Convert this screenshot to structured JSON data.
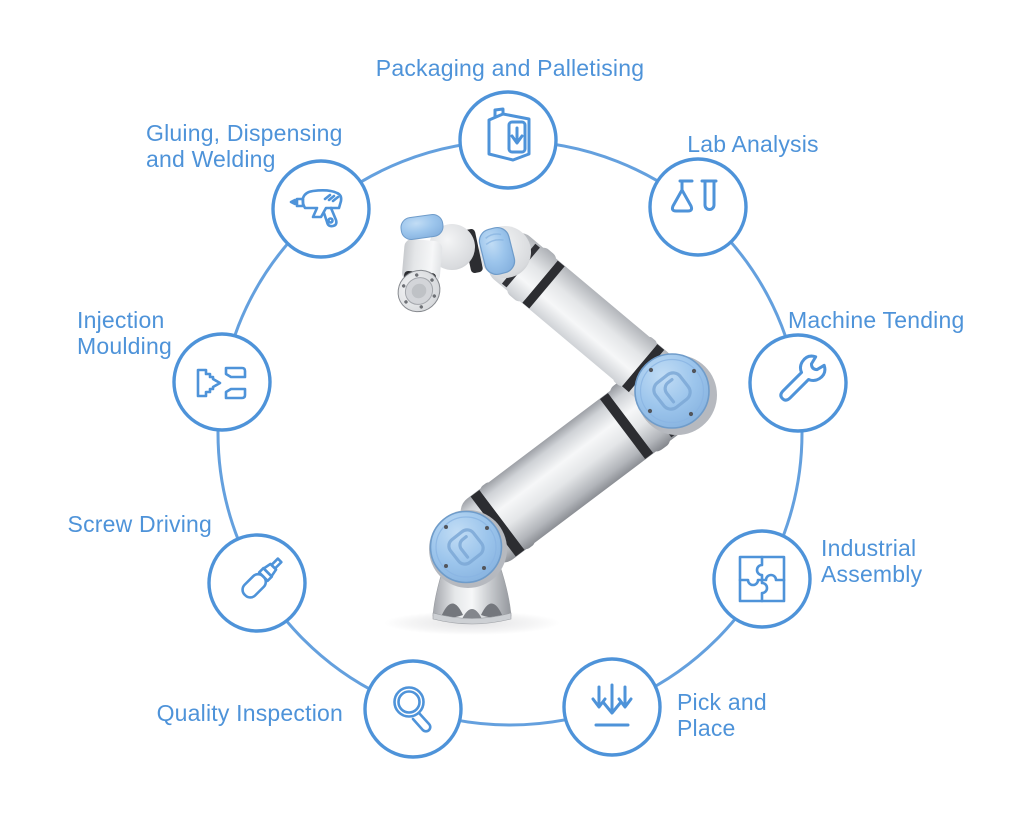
{
  "page": {
    "background_color": "#ffffff",
    "accent_color": "#4e93d9",
    "robot_joint_cap_color": "#93bce6",
    "robot_body_color": "#d4d6da"
  },
  "diagram": {
    "type": "circular-application-wheel",
    "center": {
      "subject": "Collaborative robot arm"
    },
    "applications": [
      {
        "label": "Packaging and Palletising",
        "icon": "package-box-down-arrow-icon"
      },
      {
        "label": "Lab Analysis",
        "icon": "flask-and-test-tube-icon"
      },
      {
        "label": "Machine Tending",
        "icon": "wrench-icon"
      },
      {
        "label": "Industrial Assembly",
        "icon": "puzzle-pieces-icon"
      },
      {
        "label": "Pick and Place",
        "icon": "triple-down-arrows-icon"
      },
      {
        "label": "Quality Inspection",
        "icon": "magnifying-glass-icon"
      },
      {
        "label": "Screw Driving",
        "icon": "screwdriver-icon"
      },
      {
        "label": "Injection Moulding",
        "icon": "injection-mould-icon"
      },
      {
        "label": "Gluing, Dispensing and Welding",
        "icon": "glue-gun-icon"
      }
    ]
  }
}
